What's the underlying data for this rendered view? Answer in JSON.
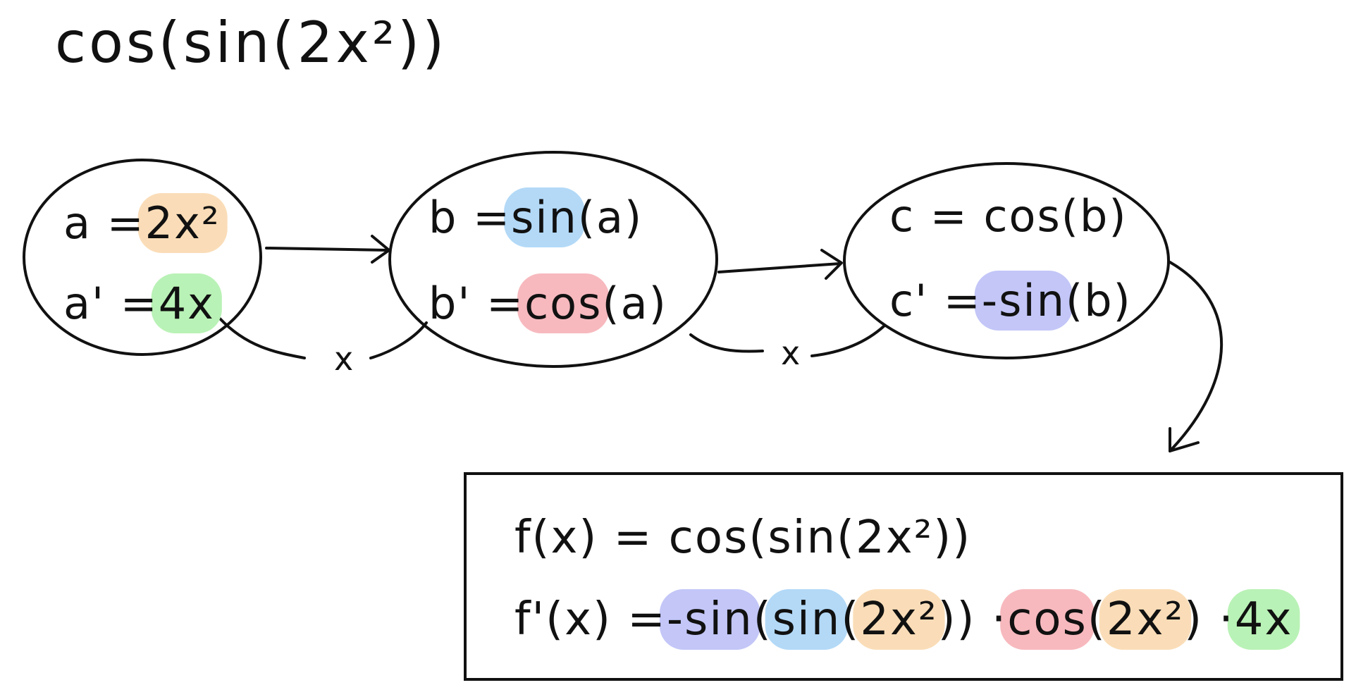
{
  "title": "cos(sin(2x²))",
  "highlight_colors": {
    "orange": "#FADDB8",
    "green": "#B9F2B6",
    "blue": "#B3D9F7",
    "red": "#F7B9BE",
    "purple": "#C3C6F7"
  },
  "nodes": [
    {
      "value_lhs": "a = ",
      "value_hl": "2x²",
      "value_hl_color": "orange",
      "value_rest": "",
      "deriv_lhs": "a' = ",
      "deriv_hl": "4x",
      "deriv_hl_color": "green",
      "deriv_rest": ""
    },
    {
      "value_lhs": "b = ",
      "value_hl": "sin",
      "value_hl_color": "blue",
      "value_rest": "(a)",
      "deriv_lhs": "b' = ",
      "deriv_hl": "cos",
      "deriv_hl_color": "red",
      "deriv_rest": "(a)"
    },
    {
      "value_lhs": "c = cos(b)",
      "value_hl": "",
      "value_hl_color": "",
      "value_rest": "",
      "deriv_lhs": "c' = ",
      "deriv_hl": "-sin",
      "deriv_hl_color": "purple",
      "deriv_rest": "(b)"
    }
  ],
  "edge_labels": [
    "x",
    "x"
  ],
  "result": {
    "f_line": "f(x) = cos(sin(2x²))",
    "fprime_prefix": "f'(x) = ",
    "fprime_terms": [
      {
        "text": "-sin",
        "hl": "purple"
      },
      {
        "text": "(",
        "hl": ""
      },
      {
        "text": "sin",
        "hl": "blue"
      },
      {
        "text": "(",
        "hl": ""
      },
      {
        "text": "2x²",
        "hl": "orange"
      },
      {
        "text": ")) · ",
        "hl": ""
      },
      {
        "text": "cos",
        "hl": "red"
      },
      {
        "text": "(",
        "hl": ""
      },
      {
        "text": "2x²",
        "hl": "orange"
      },
      {
        "text": ") · ",
        "hl": ""
      },
      {
        "text": "4x",
        "hl": "green"
      }
    ]
  }
}
